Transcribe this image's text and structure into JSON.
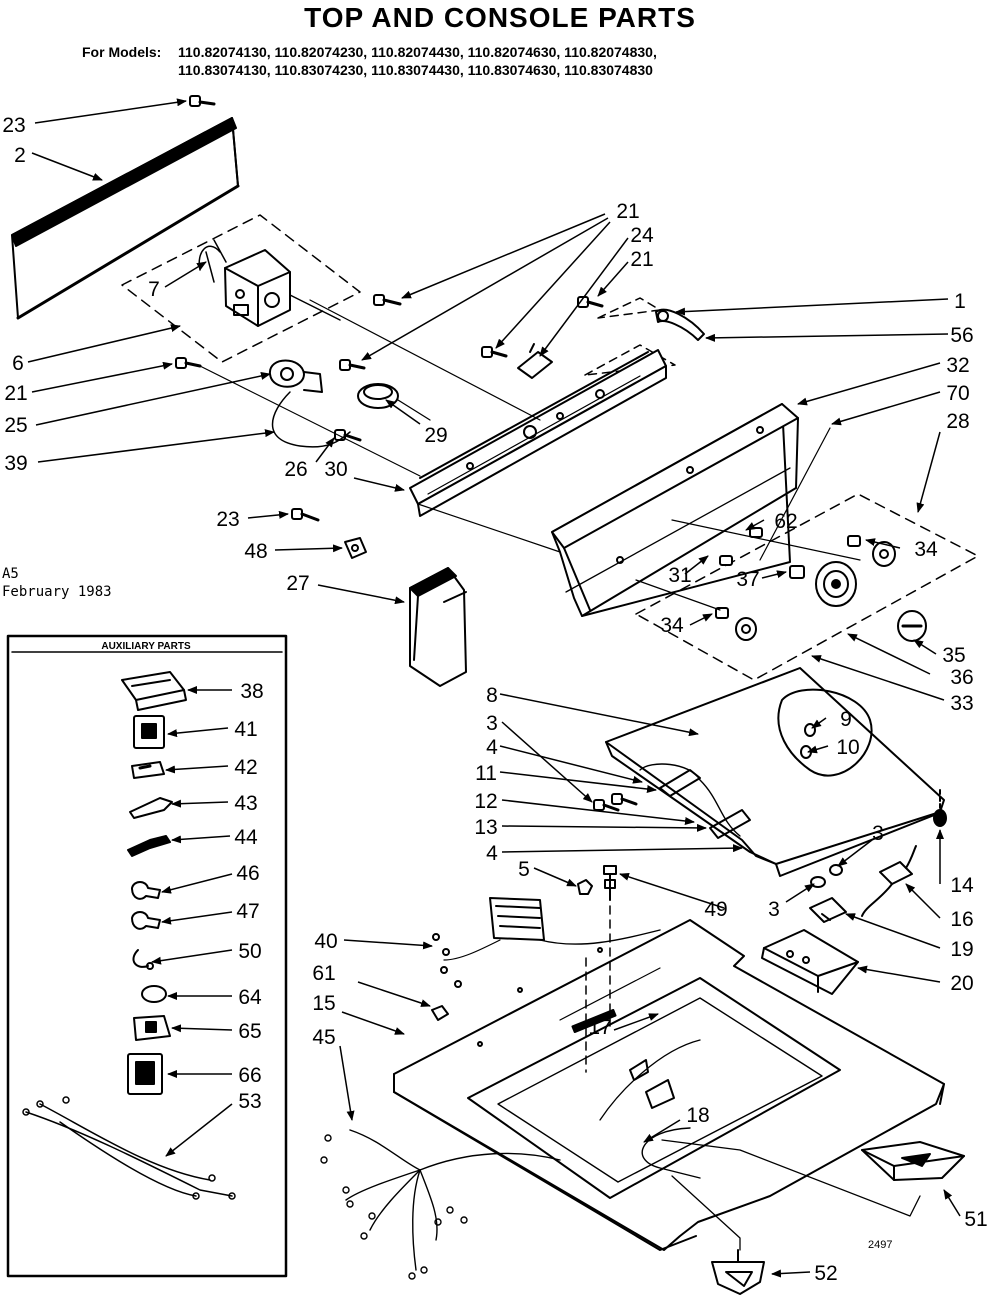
{
  "title": "TOP AND CONSOLE PARTS",
  "models": {
    "prefix": "For Models:",
    "line1": "110.82074130, 110.82074230, 110.82074430, 110.82074630, 110.82074830,",
    "line2": "110.83074130, 110.83074230, 110.83074430, 110.83074630, 110.83074830"
  },
  "stamp": {
    "code": "A5",
    "date": "February 1983"
  },
  "aux_title": "AUXILIARY PARTS",
  "diagram_code": "2497",
  "callouts": [
    {
      "id": "c23a",
      "label": "23"
    },
    {
      "id": "c2",
      "label": "2"
    },
    {
      "id": "c21a",
      "label": "21"
    },
    {
      "id": "c24",
      "label": "24"
    },
    {
      "id": "c21b",
      "label": "21"
    },
    {
      "id": "c1",
      "label": "1"
    },
    {
      "id": "c7",
      "label": "7"
    },
    {
      "id": "c56",
      "label": "56"
    },
    {
      "id": "c6",
      "label": "6"
    },
    {
      "id": "c32",
      "label": "32"
    },
    {
      "id": "c21c",
      "label": "21"
    },
    {
      "id": "c70",
      "label": "70"
    },
    {
      "id": "c25",
      "label": "25"
    },
    {
      "id": "c28",
      "label": "28"
    },
    {
      "id": "c29",
      "label": "29"
    },
    {
      "id": "c39",
      "label": "39"
    },
    {
      "id": "c26",
      "label": "26"
    },
    {
      "id": "c30",
      "label": "30"
    },
    {
      "id": "c62",
      "label": "62"
    },
    {
      "id": "c34a",
      "label": "34"
    },
    {
      "id": "c23b",
      "label": "23"
    },
    {
      "id": "c48",
      "label": "48"
    },
    {
      "id": "c31",
      "label": "31"
    },
    {
      "id": "c37",
      "label": "37"
    },
    {
      "id": "c27",
      "label": "27"
    },
    {
      "id": "c34b",
      "label": "34"
    },
    {
      "id": "c35",
      "label": "35"
    },
    {
      "id": "c36",
      "label": "36"
    },
    {
      "id": "c33",
      "label": "33"
    },
    {
      "id": "c38",
      "label": "38"
    },
    {
      "id": "c41",
      "label": "41"
    },
    {
      "id": "c8",
      "label": "8"
    },
    {
      "id": "c3a",
      "label": "3"
    },
    {
      "id": "c9",
      "label": "9"
    },
    {
      "id": "c42",
      "label": "42"
    },
    {
      "id": "c4a",
      "label": "4"
    },
    {
      "id": "c10",
      "label": "10"
    },
    {
      "id": "c43",
      "label": "43"
    },
    {
      "id": "c11",
      "label": "11"
    },
    {
      "id": "c12",
      "label": "12"
    },
    {
      "id": "c44",
      "label": "44"
    },
    {
      "id": "c13",
      "label": "13"
    },
    {
      "id": "c3b",
      "label": "3"
    },
    {
      "id": "c4b",
      "label": "4"
    },
    {
      "id": "c46",
      "label": "46"
    },
    {
      "id": "c14",
      "label": "14"
    },
    {
      "id": "c5",
      "label": "5"
    },
    {
      "id": "c49",
      "label": "49"
    },
    {
      "id": "c3c",
      "label": "3"
    },
    {
      "id": "c47",
      "label": "47"
    },
    {
      "id": "c16",
      "label": "16"
    },
    {
      "id": "c40",
      "label": "40"
    },
    {
      "id": "c19",
      "label": "19"
    },
    {
      "id": "c50",
      "label": "50"
    },
    {
      "id": "c61",
      "label": "61"
    },
    {
      "id": "c20",
      "label": "20"
    },
    {
      "id": "c64",
      "label": "64"
    },
    {
      "id": "c15",
      "label": "15"
    },
    {
      "id": "c65",
      "label": "65"
    },
    {
      "id": "c45",
      "label": "45"
    },
    {
      "id": "c17",
      "label": "17"
    },
    {
      "id": "c66",
      "label": "66"
    },
    {
      "id": "c53",
      "label": "53"
    },
    {
      "id": "c18",
      "label": "18"
    },
    {
      "id": "c51",
      "label": "51"
    },
    {
      "id": "c52",
      "label": "52"
    }
  ]
}
